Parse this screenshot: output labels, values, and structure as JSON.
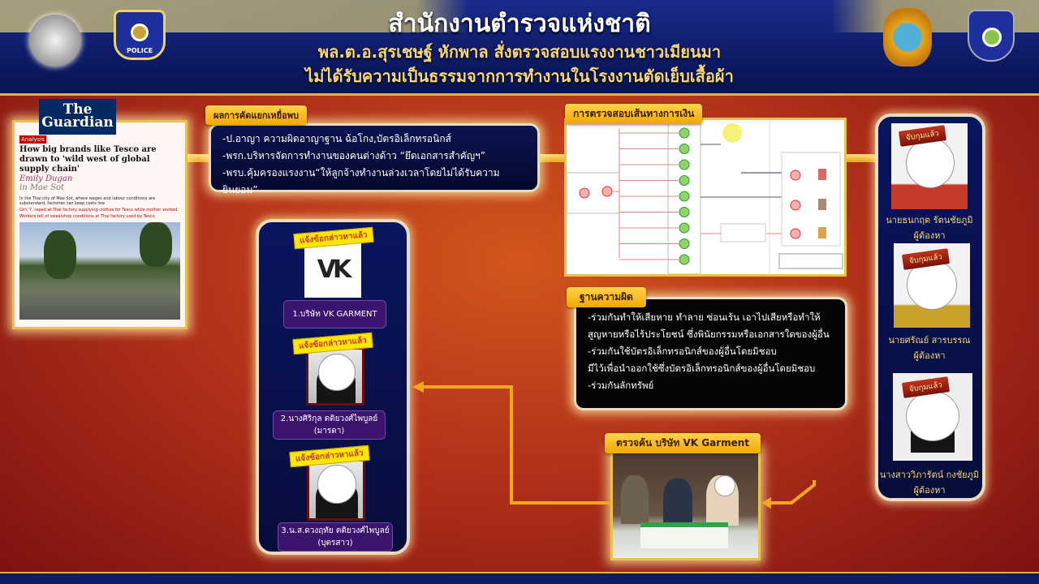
{
  "header": {
    "title": "สำนักงานตำรวจแห่งชาติ",
    "subtitle_line1": "พล.ต.อ.สุรเชษฐ์ หักพาล สั่งตรวจสอบแรงงานชาวเมียนมา",
    "subtitle_line2": "ไม่ได้รับความเป็นธรรมจากการทำงานในโรงงานตัดเย็บเสื้อผ้า",
    "logos": [
      "police-crest-icon",
      "police-badge-icon",
      "agency-seal-icon",
      "cyber-police-badge-icon"
    ],
    "badge_text": "POLICE"
  },
  "article": {
    "publisher": "The Guardian",
    "tag": "Analysis",
    "headline": "How big brands like Tesco are drawn to 'wild west of global supply chain'",
    "author": "Emily Dugan",
    "location": "in Mae Sot",
    "standfirst": "In the Thai city of Mae Sot, where wages and labour conditions are substandard, factories can keep costs low",
    "bullets": [
      "Girl, 7, raped at Thai factory supplying clothes for Tesco while mother worked",
      "Workers tell of sweatshop conditions at Thai factory used by Tesco"
    ]
  },
  "findings": {
    "label": "ผลการคัดแยกเหยื่อพบ",
    "items": [
      "-ป.อาญา ความผิดอาญาฐาน ฉ้อโกง,บัตรอิเล็กทรอนิกส์",
      "-พรก.บริหารจัดการทำงานของคนต่างด้าว  “ยึดเอกสารสำคัญฯ”",
      "-พรบ.คุ้มครองแรงงาน“ให้ลูกจ้างทำงานล่วงเวลาโดยไม่ได้รับความยินยอม”"
    ]
  },
  "money_trail": {
    "label": "การตรวจสอบเส้นทางการเงิน"
  },
  "offenses": {
    "label": "ฐานความผิด",
    "items": [
      "-ร่วมกันทำให้เสียหาย ทำลาย ซ่อนเร้น เอาไปเสียหรือทำให้",
      "สูญหายหรือไร้ประโยชน์ ซึ่งพินัยกรรมหรือเอกสารใดของผู้อื่น",
      "-ร่วมกันใช้บัตรอิเล็กทรอนิกส์ของผู้อื่นโดยมิชอบ",
      "มีไว้เพื่อนำออกใช้ซึ่งบัตรอิเล็กทรอนิกส์ของผู้อื่นโดยมิชอบ",
      "-ร่วมกันลักทรัพย์"
    ]
  },
  "charged": {
    "tag": "แจ้งข้อกล่าวหาแล้ว",
    "logo_text": "VK",
    "items": [
      {
        "line1": "1.บริษัท VK GARMENT",
        "line2": ""
      },
      {
        "line1": "2.นางศิริกุล ตติยวงศ์ไพบูลย์",
        "line2": "(มารดา)"
      },
      {
        "line1": "3.น.ส.ดวงฤทัย ตติยวงศ์ไพบูลย์",
        "line2": "(บุตรสาว)"
      }
    ]
  },
  "raid": {
    "label": "ตรวจค้น บริษัท VK Garment"
  },
  "arrested": {
    "tag": "จับกุมแล้ว",
    "items": [
      {
        "name": "นายธนกฤต รัตนชัยภูมิ",
        "role": "ผู้ต้องหา"
      },
      {
        "name": "นายศรัณย์  สารบรรณ",
        "role": "ผู้ต้องหา"
      },
      {
        "name": "นางสาววิภารัตน์ กงชัยภูมิ",
        "role": "ผู้ต้องหา"
      }
    ]
  },
  "colors": {
    "navy": "#0e1b66",
    "gold": "#f6d67a",
    "accent_red": "#b2321a",
    "tag_yellow": "#ffe600"
  }
}
